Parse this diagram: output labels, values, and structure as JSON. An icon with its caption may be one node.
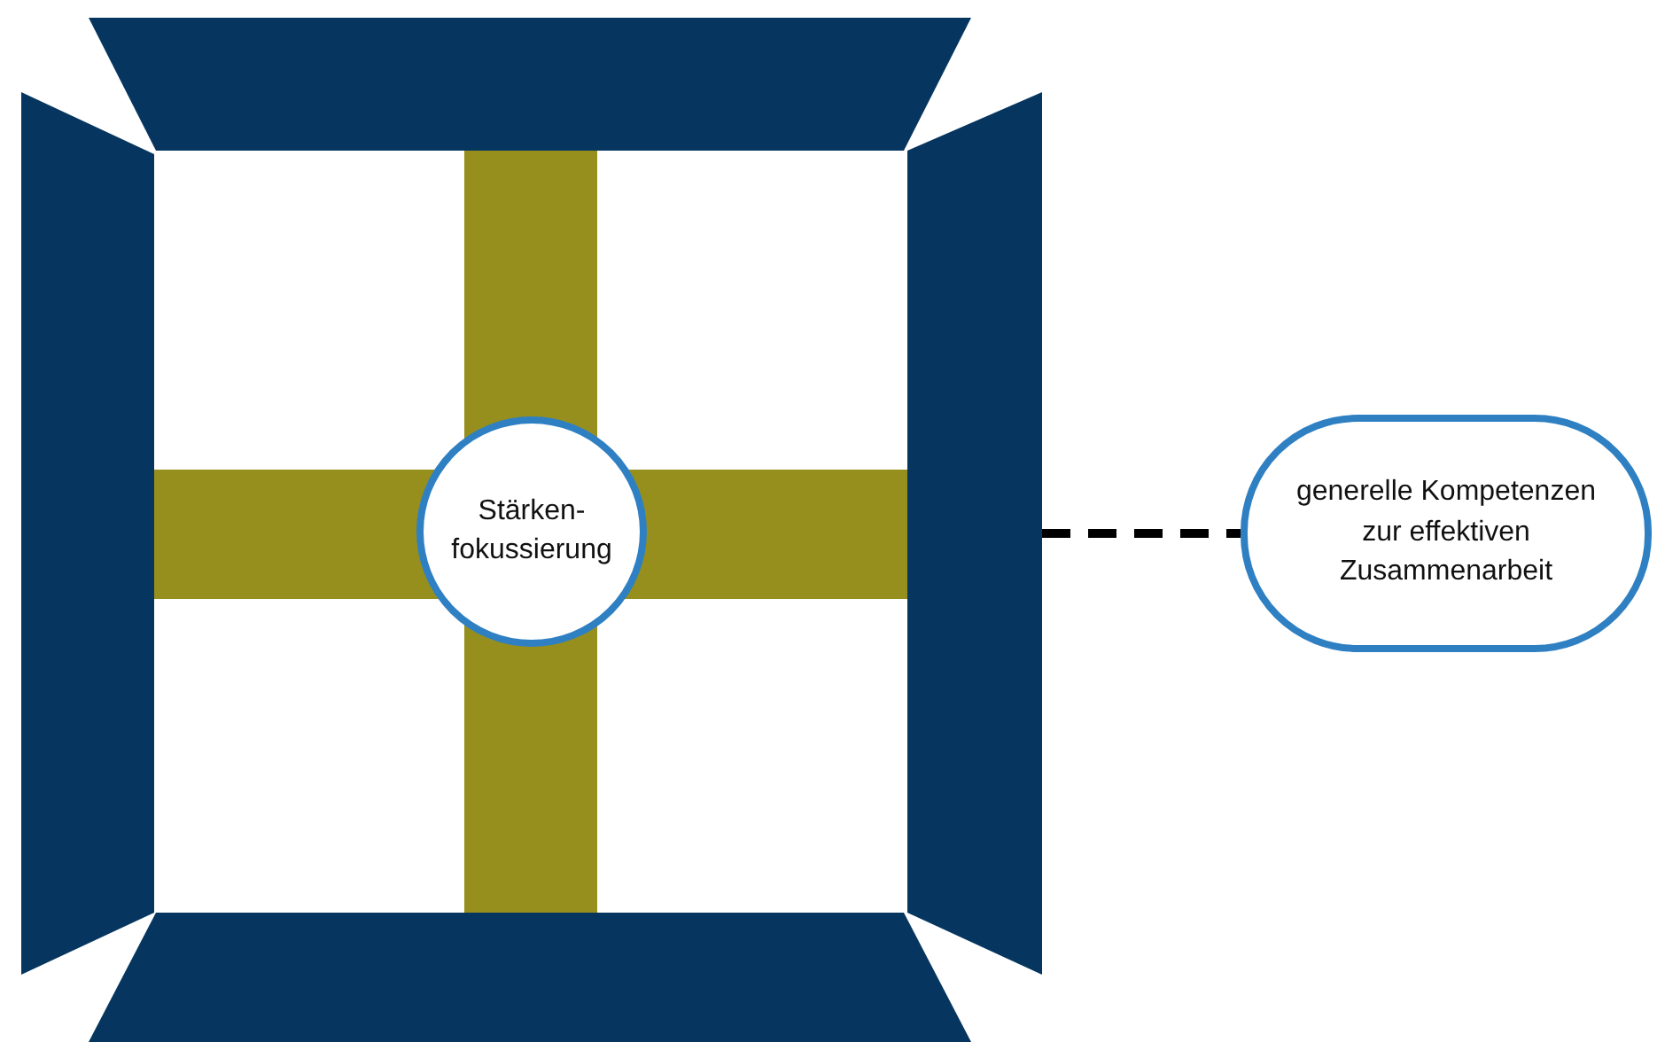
{
  "diagram": {
    "nodes": [
      {
        "text": [
          "Stärken- fokussierung"
        ]
      },
      {
        "text": [],
        "shape": "bar"
      },
      {
        "text": [
          "generelle Kompetenzen zur effektiven Zusammenarbeit"
        ]
      }
    ],
    "edges": [
      {
        "from": 1,
        "to": 2,
        "arrow": "none",
        "style": "dashed"
      }
    ]
  }
}
